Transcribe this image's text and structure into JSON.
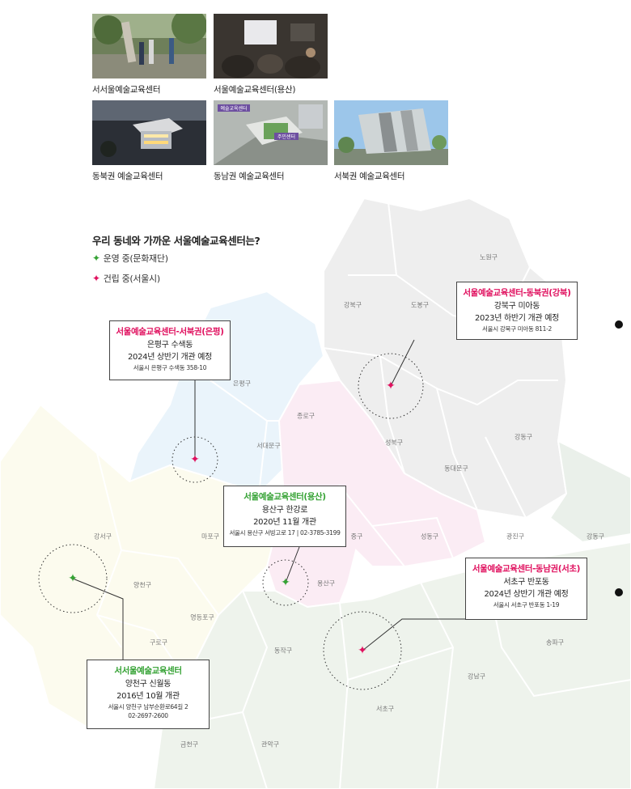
{
  "photos": [
    {
      "caption": "서서울예술교육센터",
      "scene": "park"
    },
    {
      "caption": "서울예술교육센터(용산)",
      "scene": "classroom"
    },
    {
      "caption": "동북권 예술교육센터",
      "scene": "night"
    },
    {
      "caption": "동남권 예술교육센터",
      "scene": "aerial",
      "labels": [
        "예술교육센터",
        "주민센터"
      ]
    },
    {
      "caption": "서북권 예술교육센터",
      "scene": "building"
    }
  ],
  "map": {
    "heading": "우리 동네와 가까운 서울예술교육센터는?",
    "legend": [
      {
        "marker": "✦",
        "label": "운영 중(문화재단)",
        "color": "#35a234"
      },
      {
        "marker": "✦",
        "label": "건립 중(서울시)",
        "color": "#e0115f"
      }
    ],
    "districts": [
      "노원구",
      "강북구",
      "도봉구",
      "은평구",
      "종로구",
      "서대문구",
      "성북구",
      "동대문구",
      "강동구",
      "강서구",
      "마포구",
      "중구",
      "성동구",
      "광진구",
      "강동구",
      "양천구",
      "영등포구",
      "용산구",
      "구로구",
      "동작구",
      "송파구",
      "강남구",
      "서초구",
      "금천구",
      "관악구"
    ],
    "centers": [
      {
        "title": "서울예술교육센터-동북권(강북)",
        "color": "#e0115f",
        "lines": [
          "강북구 미아동",
          "2023년 하반기 개관 예정"
        ],
        "address": "서울시 강북구 미아동 811-2"
      },
      {
        "title": "서울예술교육센터-서북권(은평)",
        "color": "#e0115f",
        "lines": [
          "은평구 수색동",
          "2024년 상반기 개관 예정"
        ],
        "address": "서울시 은평구 수색동 358-10"
      },
      {
        "title": "서울예술교육센터(용산)",
        "color": "#35a234",
        "lines": [
          "용산구 한강로",
          "2020년 11월 개관"
        ],
        "address": "서울시 용산구 서빙고로 17 | 02-3785-3199"
      },
      {
        "title": "서울예술교육센터-동남권(서초)",
        "color": "#e0115f",
        "lines": [
          "서초구 반포동",
          "2024년 상반기 개관 예정"
        ],
        "address": "서울시 서초구 반포동 1-19"
      },
      {
        "title": "서서울예술교육센터",
        "color": "#35a234",
        "lines": [
          "양천구 신월동",
          "2016년 10월 개관"
        ],
        "address": "서울시 양천구 남부순환로64길 2",
        "phone": "02-2697-2600"
      }
    ]
  }
}
